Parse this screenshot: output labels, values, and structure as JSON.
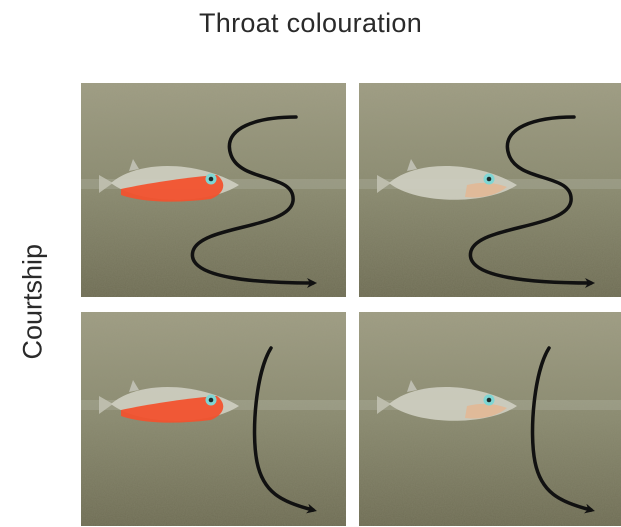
{
  "column_heading": "Throat colouration",
  "row_heading": "Courtship",
  "panels": [
    {
      "position": "top-left",
      "throat": "red",
      "courtship_path": "zigzag"
    },
    {
      "position": "top-right",
      "throat": "pale",
      "courtship_path": "zigzag"
    },
    {
      "position": "bottom-left",
      "throat": "red",
      "courtship_path": "curve"
    },
    {
      "position": "bottom-right",
      "throat": "pale",
      "courtship_path": "curve"
    }
  ],
  "colors": {
    "water_top": "#9b9a7f",
    "water_bottom": "#6e6c54",
    "red_throat": "#f2522e",
    "pale_throat": "#e7b48e",
    "fish_body": "#cfcfc2",
    "arrow": "#111111"
  }
}
